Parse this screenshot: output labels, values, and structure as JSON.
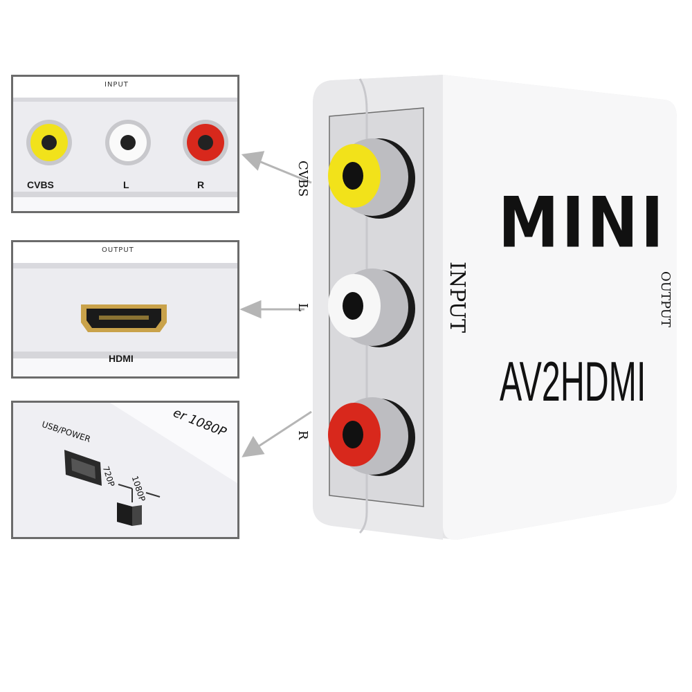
{
  "insets": {
    "input": {
      "header": "INPUT",
      "ports": [
        "CVBS",
        "L",
        "R"
      ]
    },
    "output": {
      "header": "OUTPUT",
      "port": "HDMI"
    },
    "power": {
      "usb_label": "USB/POWER",
      "switch_a": "720P",
      "switch_b": "1080P",
      "partial_text": "er 1080P"
    }
  },
  "device": {
    "brand_top": "MINI",
    "brand_bottom": "AV2HDMI",
    "input_label": "INPUT",
    "output_label": "OUTPUT",
    "port_labels": [
      "CVBS",
      "L",
      "R"
    ]
  },
  "colors": {
    "yellow": "#f2e21a",
    "white": "#f7f7f7",
    "red": "#d8281c",
    "frame": "#6b6b6b",
    "arrow": "#b5b5b5"
  }
}
